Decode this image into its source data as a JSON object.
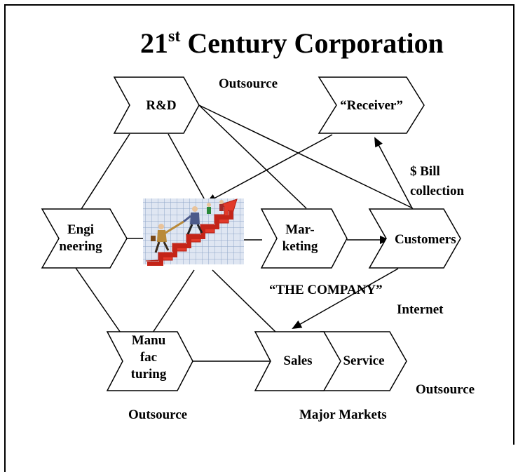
{
  "title": {
    "main_prefix": "21",
    "superscript": "st",
    "main_rest": " Century Corporation"
  },
  "nodes": {
    "rnd": "R&D",
    "receiver": "“Receiver”",
    "engineering_line1": "Engi",
    "engineering_line2": "neering",
    "marketing_line1": "Mar-",
    "marketing_line2": "keting",
    "customers": "Customers",
    "manufacturing_line1": "Manu",
    "manufacturing_line2": "fac",
    "manufacturing_line3": "turing",
    "sales": "Sales",
    "service": "Service"
  },
  "labels": {
    "outsource_top": "Outsource",
    "bill_line1": "$ Bill",
    "bill_line2": "collection",
    "the_company": "“THE COMPANY”",
    "internet": "Internet",
    "outsource_right": "Outsource",
    "outsource_bottom": "Outsource",
    "major_markets": "Major Markets"
  },
  "center_image": "business-people-climbing-growth-arrow-clipart"
}
